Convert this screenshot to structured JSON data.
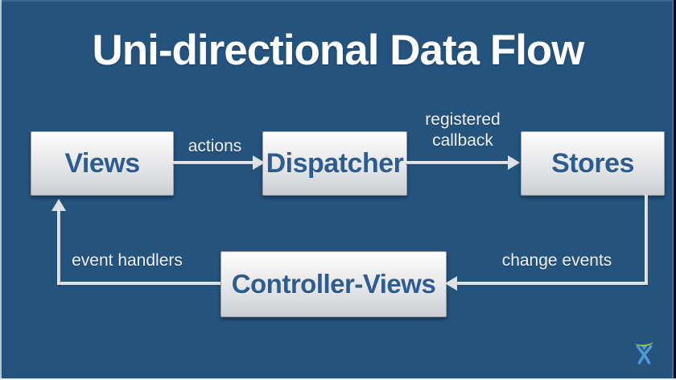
{
  "title": "Uni-directional Data Flow",
  "nodes": {
    "views": {
      "label": "Views"
    },
    "dispatcher": {
      "label": "Dispatcher"
    },
    "stores": {
      "label": "Stores"
    },
    "controller_views": {
      "label": "Controller-Views"
    }
  },
  "edges": {
    "actions": {
      "label": "actions",
      "from": "Views",
      "to": "Dispatcher"
    },
    "registered_callback": {
      "label": "registered callback",
      "from": "Dispatcher",
      "to": "Stores"
    },
    "change_events": {
      "label": "change events",
      "from": "Stores",
      "to": "Controller-Views"
    },
    "event_handlers": {
      "label": "event handlers",
      "from": "Controller-Views",
      "to": "Views"
    }
  },
  "icons": {
    "watermark": "atlassian-logo"
  },
  "colors": {
    "background": "#24537e",
    "node_text": "#2d5c90",
    "node_fill_top": "#fdfdfd",
    "node_fill_bottom": "#c9cdd1",
    "label_text": "#eef2f6",
    "arrow": "#dde1e5",
    "title_text": "#ffffff",
    "logo_green": "#a5c93c",
    "logo_blue": "#4c9cd3"
  }
}
